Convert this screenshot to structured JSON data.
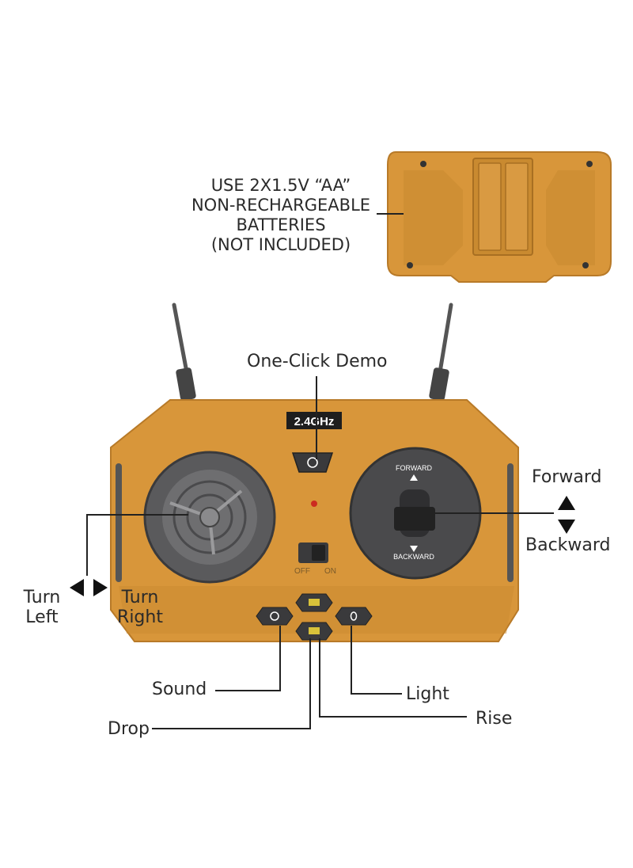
{
  "battery_note": {
    "line1": "USE 2X1.5V “AA”",
    "line2": "NON-RECHARGEABLE",
    "line3": "BATTERIES",
    "line4": "(NOT INCLUDED)"
  },
  "labels": {
    "demo": "One-Click Demo",
    "forward": "Forward",
    "backward": "Backward",
    "turn_left_1": "Turn",
    "turn_left_2": "Left",
    "turn_right_1": "Turn",
    "turn_right_2": "Right",
    "sound": "Sound",
    "light": "Light",
    "drop": "Drop",
    "rise": "Rise"
  },
  "controller": {
    "frequency": "2.4GHz",
    "forward_mark": "FORWARD",
    "backward_mark": "BACKWARD",
    "off_mark": "OFF",
    "on_mark": "ON"
  },
  "colors": {
    "body": "#d8963a",
    "body_dark": "#b87a28",
    "panel": "#4a4a4c",
    "text": "#2a2a2a"
  }
}
